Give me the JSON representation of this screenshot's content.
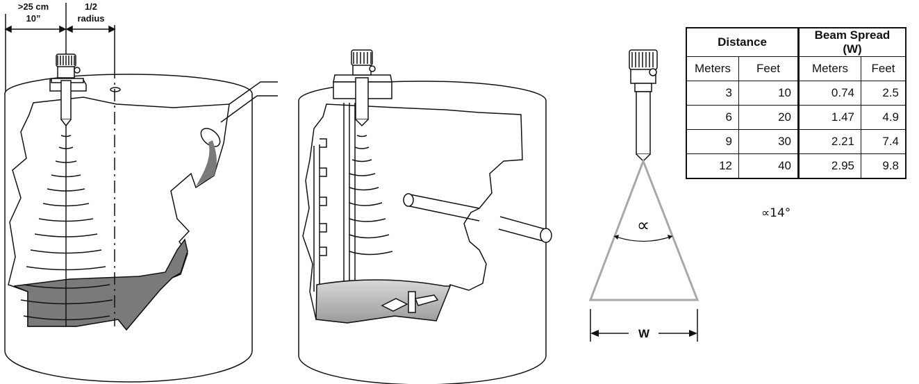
{
  "dimension_labels": {
    "left_top": ">25 cm",
    "left_bottom": "10”",
    "right_top": "1/2",
    "right_bottom": "radius"
  },
  "beam": {
    "angle_symbol": "∝",
    "width_label": "W"
  },
  "table": {
    "header_distance": "Distance",
    "header_beam": "Beam Spread (W)",
    "sub_headers": [
      "Meters",
      "Feet",
      "Meters",
      "Feet"
    ],
    "rows": [
      [
        "3",
        "10",
        "0.74",
        "2.5"
      ],
      [
        "6",
        "20",
        "1.47",
        "4.9"
      ],
      [
        "9",
        "30",
        "2.21",
        "7.4"
      ],
      [
        "12",
        "40",
        "2.95",
        "9.8"
      ]
    ]
  },
  "beam_angle_note": "∝14°",
  "colors": {
    "liquid": "#7a7a7a",
    "liquid_light": "#c8c8c8",
    "beam_outline": "#a8a8a8",
    "line": "#111111"
  }
}
